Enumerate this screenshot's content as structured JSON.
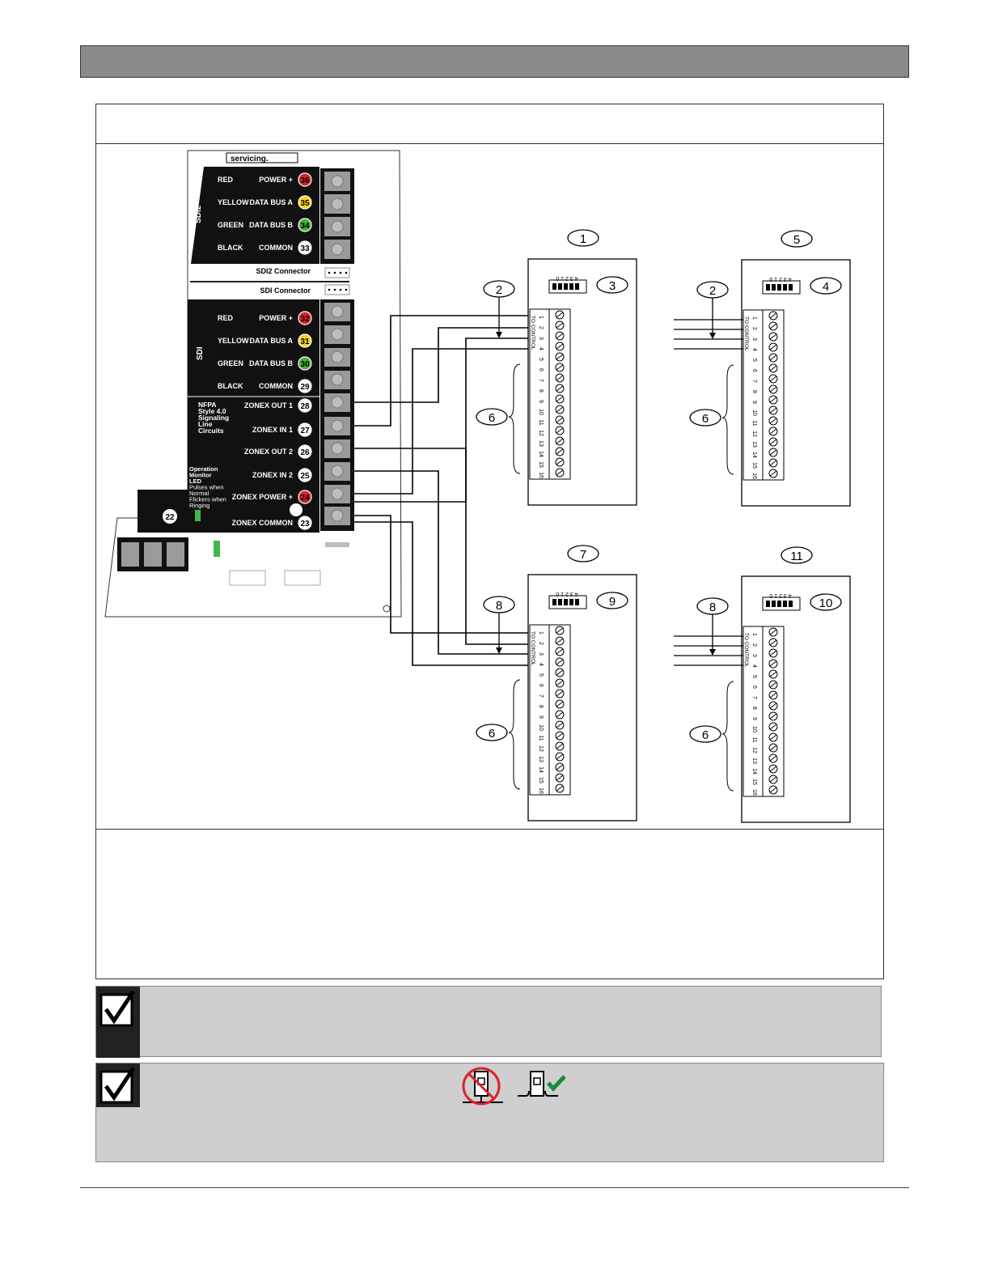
{
  "panel": {
    "cover_text": "servicing.",
    "sdi2_label": "SDI2",
    "sdi_label": "SDI",
    "sdi2_connector": "SDI2 Connector",
    "sdi_connector": "SDI Connector",
    "sdi2_rows": [
      {
        "color_name": "RED",
        "func": "POWER +",
        "num": "36",
        "fill": "#d8232a",
        "text": "#000"
      },
      {
        "color_name": "YELLOW",
        "func": "DATA BUS A",
        "num": "35",
        "fill": "#f2d51d",
        "text": "#000"
      },
      {
        "color_name": "GREEN",
        "func": "DATA BUS B",
        "num": "34",
        "fill": "#4caf3c",
        "text": "#000"
      },
      {
        "color_name": "BLACK",
        "func": "COMMON",
        "num": "33",
        "fill": "#ffffff",
        "text": "#000"
      }
    ],
    "sdi_rows": [
      {
        "color_name": "RED",
        "func": "POWER +",
        "num": "32",
        "fill": "#d8232a",
        "text": "#000"
      },
      {
        "color_name": "YELLOW",
        "func": "DATA BUS A",
        "num": "31",
        "fill": "#f2d51d",
        "text": "#000"
      },
      {
        "color_name": "GREEN",
        "func": "DATA BUS B",
        "num": "30",
        "fill": "#4caf3c",
        "text": "#000"
      },
      {
        "color_name": "BLACK",
        "func": "COMMON",
        "num": "29",
        "fill": "#ffffff",
        "text": "#000"
      }
    ],
    "nfpa_lines": [
      "NFPA",
      "Style 4.0",
      "Signaling",
      "Line",
      "Circuits"
    ],
    "zonex_rows": [
      {
        "func": "ZONEX OUT 1",
        "num": "28",
        "fill": "#ffffff"
      },
      {
        "func": "ZONEX IN 1",
        "num": "27",
        "fill": "#ffffff"
      },
      {
        "func": "ZONEX OUT 2",
        "num": "26",
        "fill": "#ffffff"
      },
      {
        "func": "ZONEX IN 2",
        "num": "25",
        "fill": "#ffffff"
      },
      {
        "func": "ZONEX POWER +",
        "num": "24",
        "fill": "#d8232a"
      },
      {
        "func": "ZONEX COMMON",
        "num": "23",
        "fill": "#ffffff"
      }
    ],
    "led_lines": [
      "Operation",
      "Monitor",
      "LED",
      "Pulses when",
      "Normal",
      "Flickers when",
      "Ringing"
    ],
    "terminal_22": "22"
  },
  "modules": [
    {
      "callout_top": "1",
      "callout_dip": "3",
      "callout_wires": "2",
      "callout_outputs": "6",
      "dip_digits": "4 3 2 1 0",
      "wired": true
    },
    {
      "callout_top": "5",
      "callout_dip": "4",
      "callout_wires": "2",
      "callout_outputs": "6",
      "dip_digits": "4 3 2 1 0",
      "wired": false
    },
    {
      "callout_top": "7",
      "callout_dip": "9",
      "callout_wires": "8",
      "callout_outputs": "6",
      "dip_digits": "4 3 2 1 0",
      "wired": true
    },
    {
      "callout_top": "11",
      "callout_dip": "10",
      "callout_wires": "8",
      "callout_outputs": "6",
      "dip_digits": "4 3 2 1 0",
      "wired": false
    }
  ],
  "module_terminal": {
    "numbers": [
      "1",
      "2",
      "3",
      "4",
      "5",
      "6",
      "7",
      "8",
      "9",
      "10",
      "11",
      "12",
      "13",
      "14",
      "15",
      "16"
    ],
    "to_control": "TO CONTROL"
  },
  "colors": {
    "header_bar": "#8a8a8a",
    "note_bg": "#cfcfcf",
    "panel_black": "#111111",
    "check_green": "#1a8a3a",
    "prohibit_red": "#d8232a"
  },
  "icons": [
    "checkmark-icon",
    "prohibited-mount-icon",
    "approved-mount-icon"
  ]
}
